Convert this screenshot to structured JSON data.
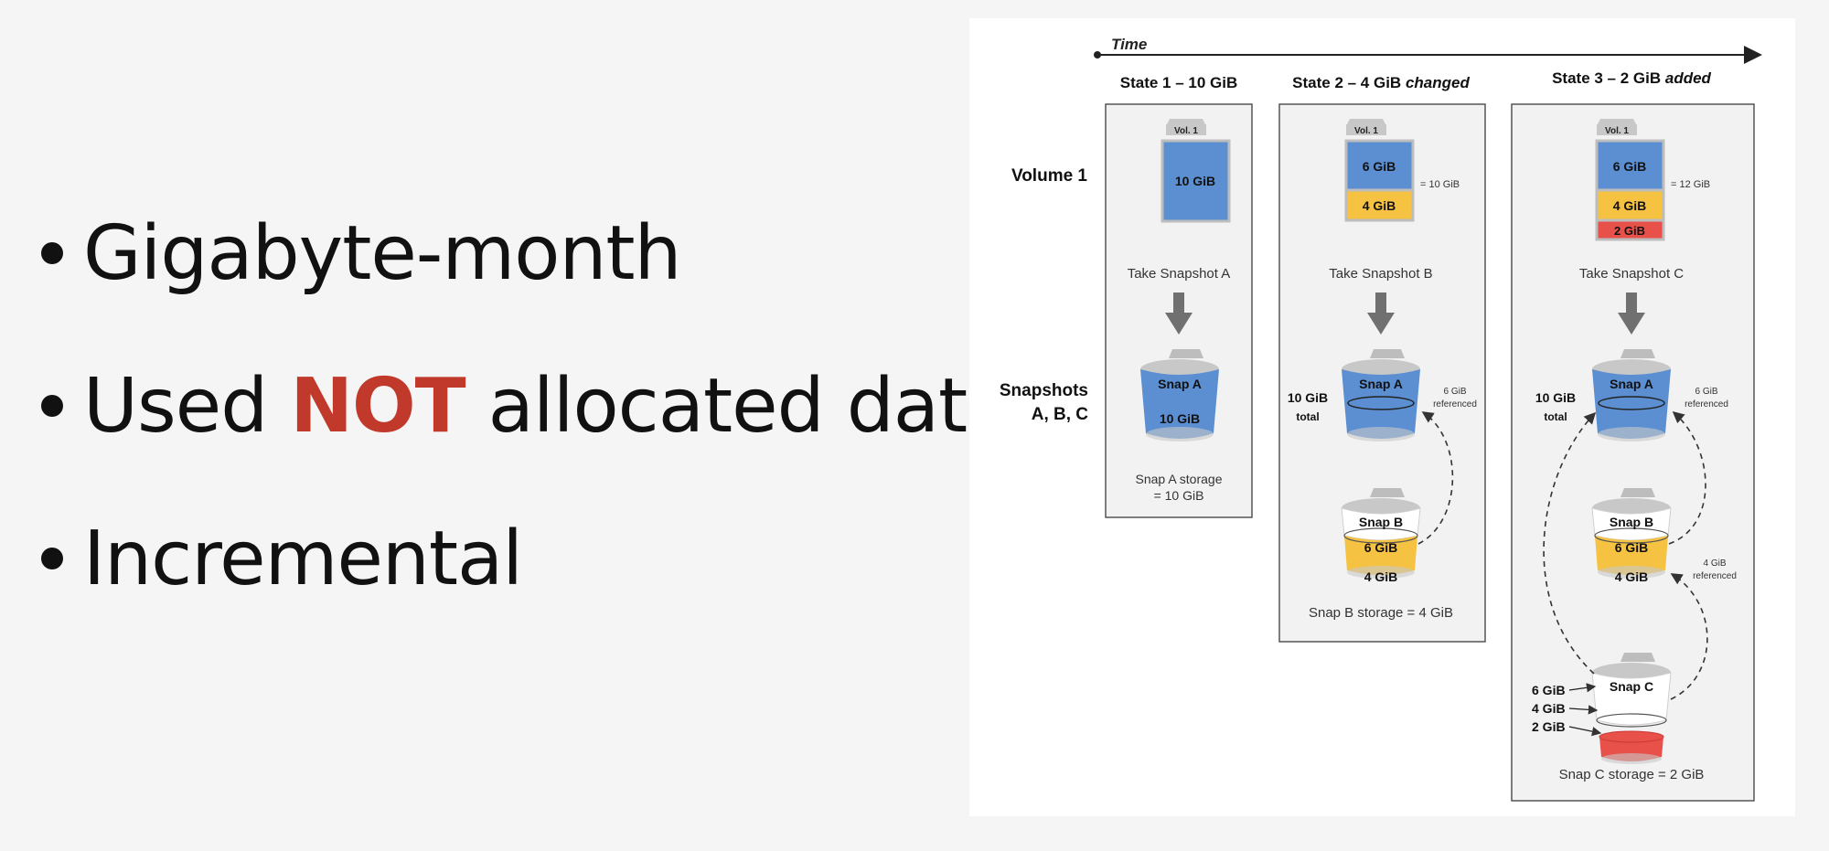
{
  "bullets": [
    {
      "text": "Gigabyte-month"
    },
    {
      "pre": "Used ",
      "emph": "NOT",
      "post": " allocated data"
    },
    {
      "text": "Incremental"
    }
  ],
  "diagram": {
    "time_label": "Time",
    "row_volume": "Volume 1",
    "row_snapshots_1": "Snapshots",
    "row_snapshots_2": "A, B, C",
    "state1": {
      "title": "State 1 – 10 GiB",
      "vol_label": "Vol. 1",
      "block": "10 GiB",
      "action": "Take Snapshot A",
      "snap_label": "Snap A",
      "snap_value": "10 GiB",
      "storage_1": "Snap A storage",
      "storage_2": "= 10 GiB"
    },
    "state2": {
      "title_main": "State 2 – 4 GiB ",
      "title_emph": "changed",
      "vol_label": "Vol. 1",
      "block_top": "6 GiB",
      "block_bottom": "4 GiB",
      "total": "= 10 GiB",
      "action": "Take Snapshot B",
      "snap_a": "Snap A",
      "total_label_1": "10 GiB",
      "total_label_2": "total",
      "ref_1": "6 GiB",
      "ref_2": "referenced",
      "snap_b": "Snap B",
      "snap_b_top": "6 GiB",
      "snap_b_bottom": "4 GiB",
      "storage": "Snap B storage = 4 GiB"
    },
    "state3": {
      "title_main": "State 3 – 2 GiB ",
      "title_emph": "added",
      "vol_label": "Vol. 1",
      "block_top": "6 GiB",
      "block_mid": "4 GiB",
      "block_bottom": "2 GiB",
      "total": "= 12 GiB",
      "action": "Take Snapshot C",
      "snap_a": "Snap A",
      "total_label_1": "10 GiB",
      "total_label_2": "total",
      "ref_a_1": "6 GiB",
      "ref_a_2": "referenced",
      "snap_b": "Snap B",
      "snap_b_top": "6 GiB",
      "snap_b_bottom": "4 GiB",
      "ref_b_1": "4 GiB",
      "ref_b_2": "referenced",
      "snap_c": "Snap C",
      "c_label_1": "6 GiB",
      "c_label_2": "4 GiB",
      "c_label_3": "2 GiB",
      "storage": "Snap C storage = 2 GiB"
    },
    "colors": {
      "blue": "#5b8fd1",
      "yellow": "#f5c242",
      "red": "#e8504a",
      "arrow_gray": "#707070",
      "emph_red": "#c0392b"
    }
  }
}
